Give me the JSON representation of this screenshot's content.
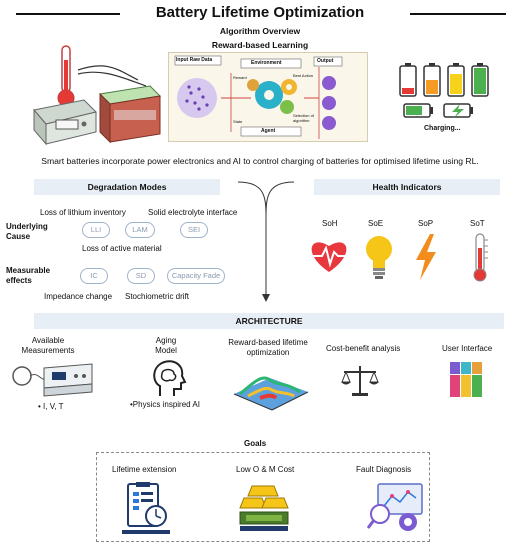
{
  "title": "Battery Lifetime Optimization",
  "algorithm_overview": "Algorithm Overview",
  "reward_learning": "Reward-based Learning",
  "rl_diagram": {
    "input": "Input Raw Data",
    "environment": "Environment",
    "output": "Output",
    "agent": "Agent",
    "reward": "Reward",
    "state": "State",
    "best_action": "Best Action",
    "selection": "Selection of algorithm"
  },
  "charging_label": "Charging...",
  "caption": "Smart batteries incorporate power electronics and AI to control charging of batteries for optimised lifetime using RL.",
  "degradation": {
    "header": "Degradation Modes",
    "loss_lithium": "Loss of lithium inventory",
    "sei_label": "Solid electrolyte interface",
    "underlying_cause": "Underlying Cause",
    "pills_cause": [
      "LLI",
      "LAM",
      "SEI"
    ],
    "loss_active": "Loss of active material",
    "measurable_effects": "Measurable effects",
    "pills_effects": [
      "IC",
      "SD",
      "Capacity Fade"
    ],
    "impedance": "Impedance change",
    "stoichiometric": "Stochiometric drift"
  },
  "health": {
    "header": "Health Indicators",
    "items": [
      "SoH",
      "SoE",
      "SoP",
      "SoT"
    ]
  },
  "architecture": {
    "header": "ARCHITECTURE",
    "available": "Available Measurements",
    "ivt": "• I, V, T",
    "aging": "Aging Model",
    "physics": "•Physics inspired AI",
    "reward_opt": "Reward-based lifetime optimization",
    "cost_benefit": "Cost-benefit analysis",
    "ui": "User Interface"
  },
  "goals": {
    "header": "Goals",
    "items": [
      "Lifetime extension",
      "Low O & M Cost",
      "Fault Diagnosis"
    ]
  },
  "colors": {
    "band": "#e8eef6",
    "heart": "#e8383d",
    "bulb": "#f5c518",
    "bolt": "#f28c1c",
    "battery_red": "#e53935",
    "battery_orange": "#f59a23",
    "battery_yellow": "#f7d21c",
    "battery_green": "#4caf50"
  }
}
